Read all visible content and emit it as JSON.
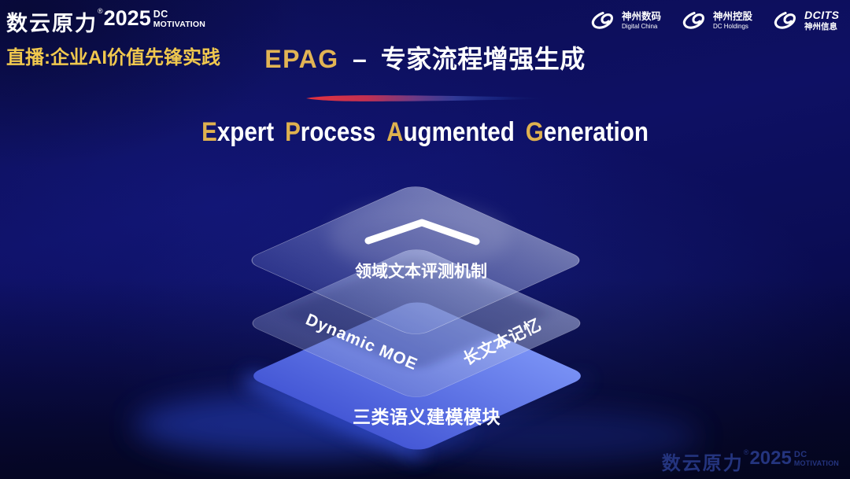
{
  "colors": {
    "background_navy": "#0d1060",
    "gold": "#e2b454",
    "white": "#ffffff",
    "bottom_layer_blue": "#5570e8",
    "footer_navy": "#24347e",
    "divider_red": "#e03340"
  },
  "header": {
    "brand": {
      "name": "数云原力",
      "reg": "®",
      "year": "2025",
      "sub_top": "DC",
      "sub_bottom": "MOTIVATION"
    },
    "live_label": "直播:企业AI价值先锋实践"
  },
  "corp_logos": [
    {
      "line1": "神州数码",
      "line2": "Digital China",
      "icon": "digital-china-swirl"
    },
    {
      "line1": "神州控股",
      "line2": "DC Holdings",
      "icon": "dc-holdings-swirl"
    },
    {
      "line1": "DCITS",
      "line2": "神州信息",
      "icon": "dcits-swirl"
    }
  ],
  "title": {
    "acronym": "EPAG",
    "separator": "–",
    "cn": "专家流程增强生成"
  },
  "subtitle": {
    "full": "Expert Process Augmented Generation",
    "words": [
      {
        "head": "E",
        "rest": "xpert"
      },
      {
        "head": "P",
        "rest": "rocess"
      },
      {
        "head": "A",
        "rest": "ugmented"
      },
      {
        "head": "G",
        "rest": "eneration"
      }
    ]
  },
  "diagram": {
    "type": "layered-stack",
    "layers": [
      {
        "name": "top",
        "label": "领域文本评测机制",
        "icon": "chevron-up"
      },
      {
        "name": "middle",
        "left_label": "Dynamic MOE",
        "right_label": "长文本记忆"
      },
      {
        "name": "bottom",
        "label": "三类语义建模模块"
      }
    ]
  },
  "footer": {
    "brand": "数云原力",
    "reg": "®",
    "year": "2025",
    "sub_top": "DC",
    "sub_bottom": "MOTIVATION"
  }
}
